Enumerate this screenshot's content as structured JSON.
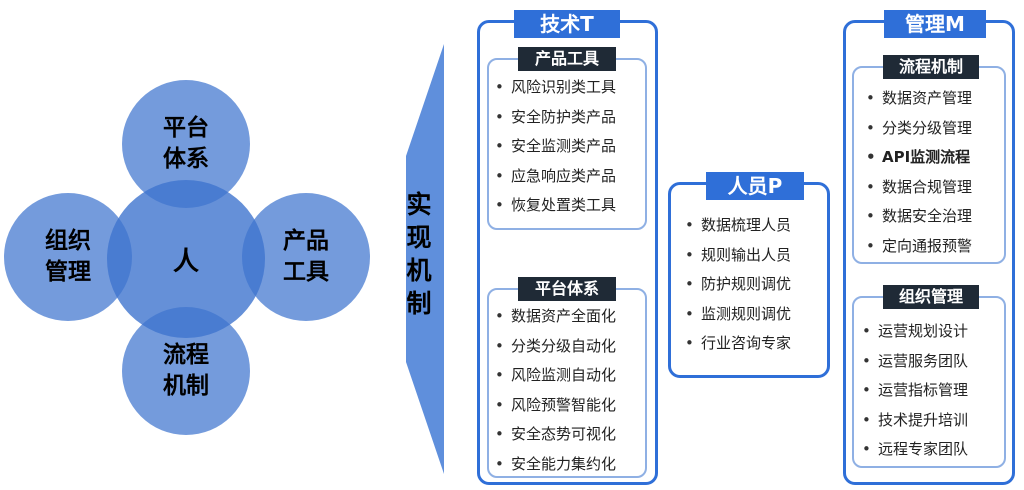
{
  "circles": {
    "center": "人",
    "top": [
      "平台",
      "体系"
    ],
    "left": [
      "组织",
      "管理"
    ],
    "right": [
      "产品",
      "工具"
    ],
    "bottom": [
      "流程",
      "机制"
    ]
  },
  "arrow_text": [
    "实",
    "现",
    "机",
    "制"
  ],
  "colors": {
    "accent": "#2f6fd8",
    "circle": "#3e74ce",
    "dark_title": "#1f2a36"
  },
  "tech": {
    "title": "技术T",
    "product_tools": {
      "title": "产品工具",
      "items": [
        "风险识别类工具",
        "安全防护类产品",
        "安全监测类产品",
        "应急响应类产品",
        "恢复处置类工具"
      ]
    },
    "platform": {
      "title": "平台体系",
      "items": [
        "数据资产全面化",
        "分类分级自动化",
        "风险监测自动化",
        "风险预警智能化",
        "安全态势可视化",
        "安全能力集约化"
      ]
    }
  },
  "people": {
    "title": "人员P",
    "items": [
      "数据梳理人员",
      "规则输出人员",
      "防护规则调优",
      "监测规则调优",
      "行业咨询专家"
    ]
  },
  "management": {
    "title": "管理M",
    "process": {
      "title": "流程机制",
      "items": [
        "数据资产管理",
        "分类分级管理",
        "API监测流程",
        "数据合规管理",
        "数据安全治理",
        "定向通报预警"
      ]
    },
    "org": {
      "title": "组织管理",
      "items": [
        "运营规划设计",
        "运营服务团队",
        "运营指标管理",
        "技术提升培训",
        "远程专家团队"
      ]
    }
  }
}
